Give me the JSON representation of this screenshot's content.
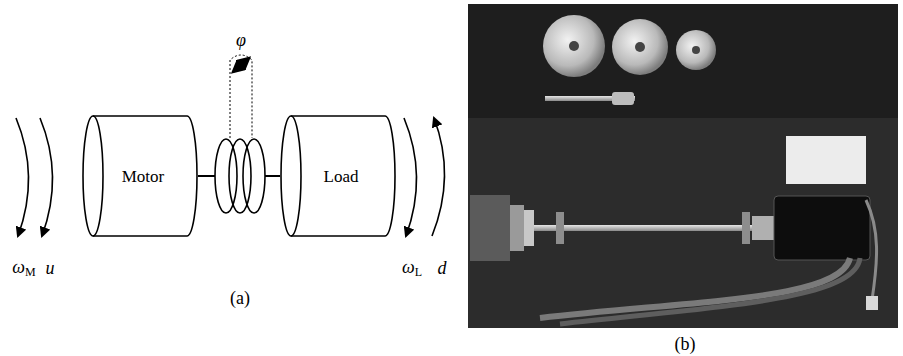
{
  "diagram": {
    "nodes": [
      {
        "text": [
          "Motor"
        ]
      },
      {
        "text": [
          "Load"
        ]
      }
    ],
    "edges": [
      {
        "from": 0,
        "to": 1,
        "arrow": "none"
      }
    ],
    "labels": [
      "ωM",
      "u",
      "φ",
      "ωL",
      "d",
      "(a)",
      "(b)"
    ]
  }
}
